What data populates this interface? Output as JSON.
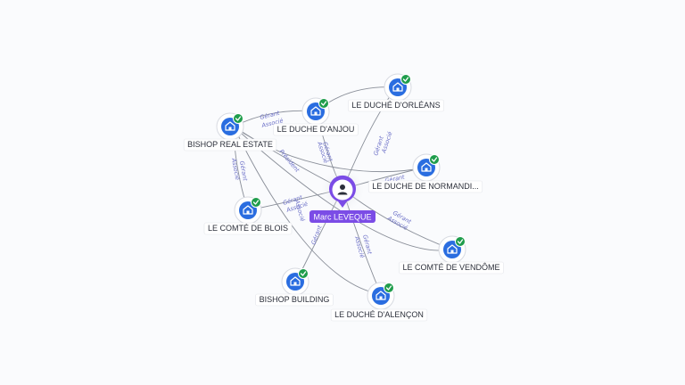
{
  "person": {
    "name": "Marc LEVEQUE",
    "icon": "person-icon",
    "color": "#7b4ce6"
  },
  "company_icon": "building-icon",
  "check_icon": "check-icon",
  "colors": {
    "company_blue": "#2a6de0",
    "check_green": "#1f9d4c"
  },
  "companies": [
    {
      "id": "bishop-real-estate",
      "label": "BISHOP REAL ESTATE"
    },
    {
      "id": "duche-anjou",
      "label": "LE DUCHE D'ANJOU"
    },
    {
      "id": "duche-orleans",
      "label": "LE DUCHÉ D'ORLÉANS"
    },
    {
      "id": "duche-normandie",
      "label": "LE DUCHE DE NORMANDI..."
    },
    {
      "id": "comte-blois",
      "label": "LE COMTÉ DE BLOIS"
    },
    {
      "id": "comte-vendome",
      "label": "LE COMTÉ DE VENDÔME"
    },
    {
      "id": "bishop-building",
      "label": "BISHOP BUILDING"
    },
    {
      "id": "duche-alencon",
      "label": "LE DUCHÉ D'ALENÇON"
    }
  ],
  "edge_labels": {
    "gerant": "Gérant",
    "associe": "Associé",
    "president": "Président"
  }
}
